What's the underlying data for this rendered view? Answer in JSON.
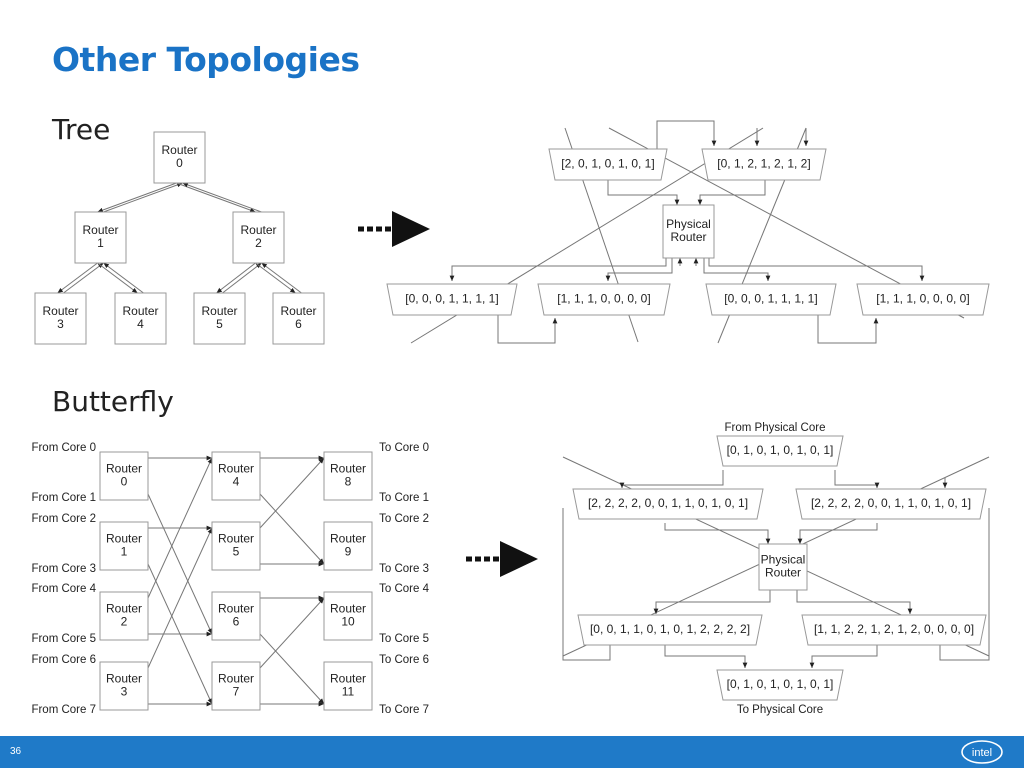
{
  "slide": {
    "title": "Other Topologies",
    "page_number": "36",
    "logo_text": "intel"
  },
  "tree": {
    "heading": "Tree",
    "routers": [
      "Router\n0",
      "Router\n1",
      "Router\n2",
      "Router\n3",
      "Router\n4",
      "Router\n5",
      "Router\n6"
    ],
    "physical_router": "Physical\nRouter",
    "vectors_top": [
      "[2, 0, 1, 0, 1, 0, 1]",
      "[0, 1, 2, 1, 2, 1, 2]"
    ],
    "vectors_bottom": [
      "[0, 0, 0, 1, 1, 1, 1]",
      "[1, 1, 1, 0, 0, 0, 0]",
      "[0, 0, 0, 1, 1, 1, 1]",
      "[1, 1, 1, 0, 0, 0, 0]"
    ]
  },
  "butterfly": {
    "heading": "Butterfly",
    "from_labels": [
      "From Core 0",
      "From Core 1",
      "From Core 2",
      "From Core 3",
      "From Core 4",
      "From Core 5",
      "From Core 6",
      "From Core 7"
    ],
    "to_labels": [
      "To Core 0",
      "To Core 1",
      "To Core 2",
      "To Core 3",
      "To Core 4",
      "To Core 5",
      "To Core 6",
      "To Core 7"
    ],
    "routers": [
      "Router\n0",
      "Router\n1",
      "Router\n2",
      "Router\n3",
      "Router\n4",
      "Router\n5",
      "Router\n6",
      "Router\n7",
      "Router\n8",
      "Router\n9",
      "Router\n10",
      "Router\n11"
    ],
    "physical_router": "Physical\nRouter",
    "from_physical": "From Physical Core",
    "to_physical": "To Physical Core",
    "vector_top": "[0, 1, 0, 1, 0, 1, 0, 1]",
    "vectors_upper": [
      "[2, 2, 2, 2, 0, 0, 1, 1, 0, 1, 0, 1]",
      "[2, 2, 2, 2, 0, 0, 1, 1, 0, 1, 0, 1]"
    ],
    "vectors_lower": [
      "[0, 0, 1, 1, 0, 1, 0, 1, 2, 2, 2, 2]",
      "[1, 1, 2, 2, 1, 2, 1, 2, 0, 0, 0, 0]"
    ],
    "vector_bottom": "[0, 1, 0, 1, 0, 1, 0, 1]"
  },
  "colors": {
    "title": "#1a73c6",
    "footer": "#1f7ac8",
    "line": "#888888",
    "box": "#999999"
  }
}
